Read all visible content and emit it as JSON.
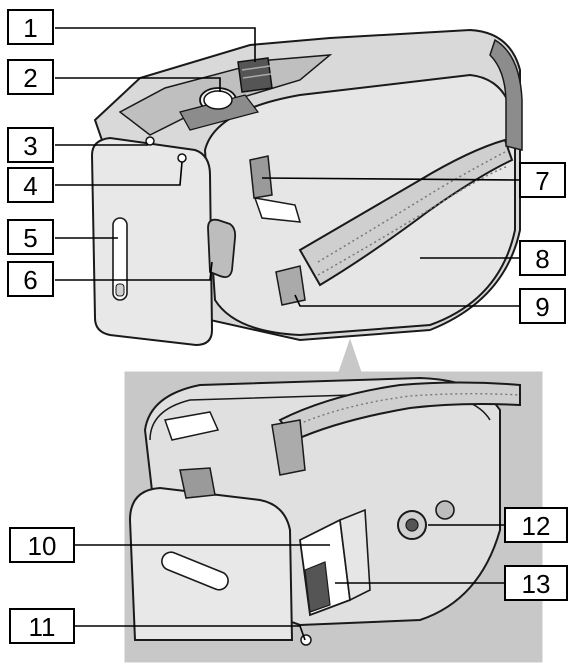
{
  "callouts": [
    {
      "id": 1,
      "label": "1"
    },
    {
      "id": 2,
      "label": "2"
    },
    {
      "id": 3,
      "label": "3"
    },
    {
      "id": 4,
      "label": "4"
    },
    {
      "id": 5,
      "label": "5"
    },
    {
      "id": 6,
      "label": "6"
    },
    {
      "id": 7,
      "label": "7"
    },
    {
      "id": 8,
      "label": "8"
    },
    {
      "id": 9,
      "label": "9"
    },
    {
      "id": 10,
      "label": "10"
    },
    {
      "id": 11,
      "label": "11"
    },
    {
      "id": 12,
      "label": "12"
    },
    {
      "id": 13,
      "label": "13"
    }
  ],
  "colors": {
    "body_light": "#d9d9d9",
    "body_mid": "#bfbfbf",
    "body_dark": "#8c8c8c",
    "inset_bg": "#c8c8c8",
    "outline": "#1a1a1a"
  }
}
